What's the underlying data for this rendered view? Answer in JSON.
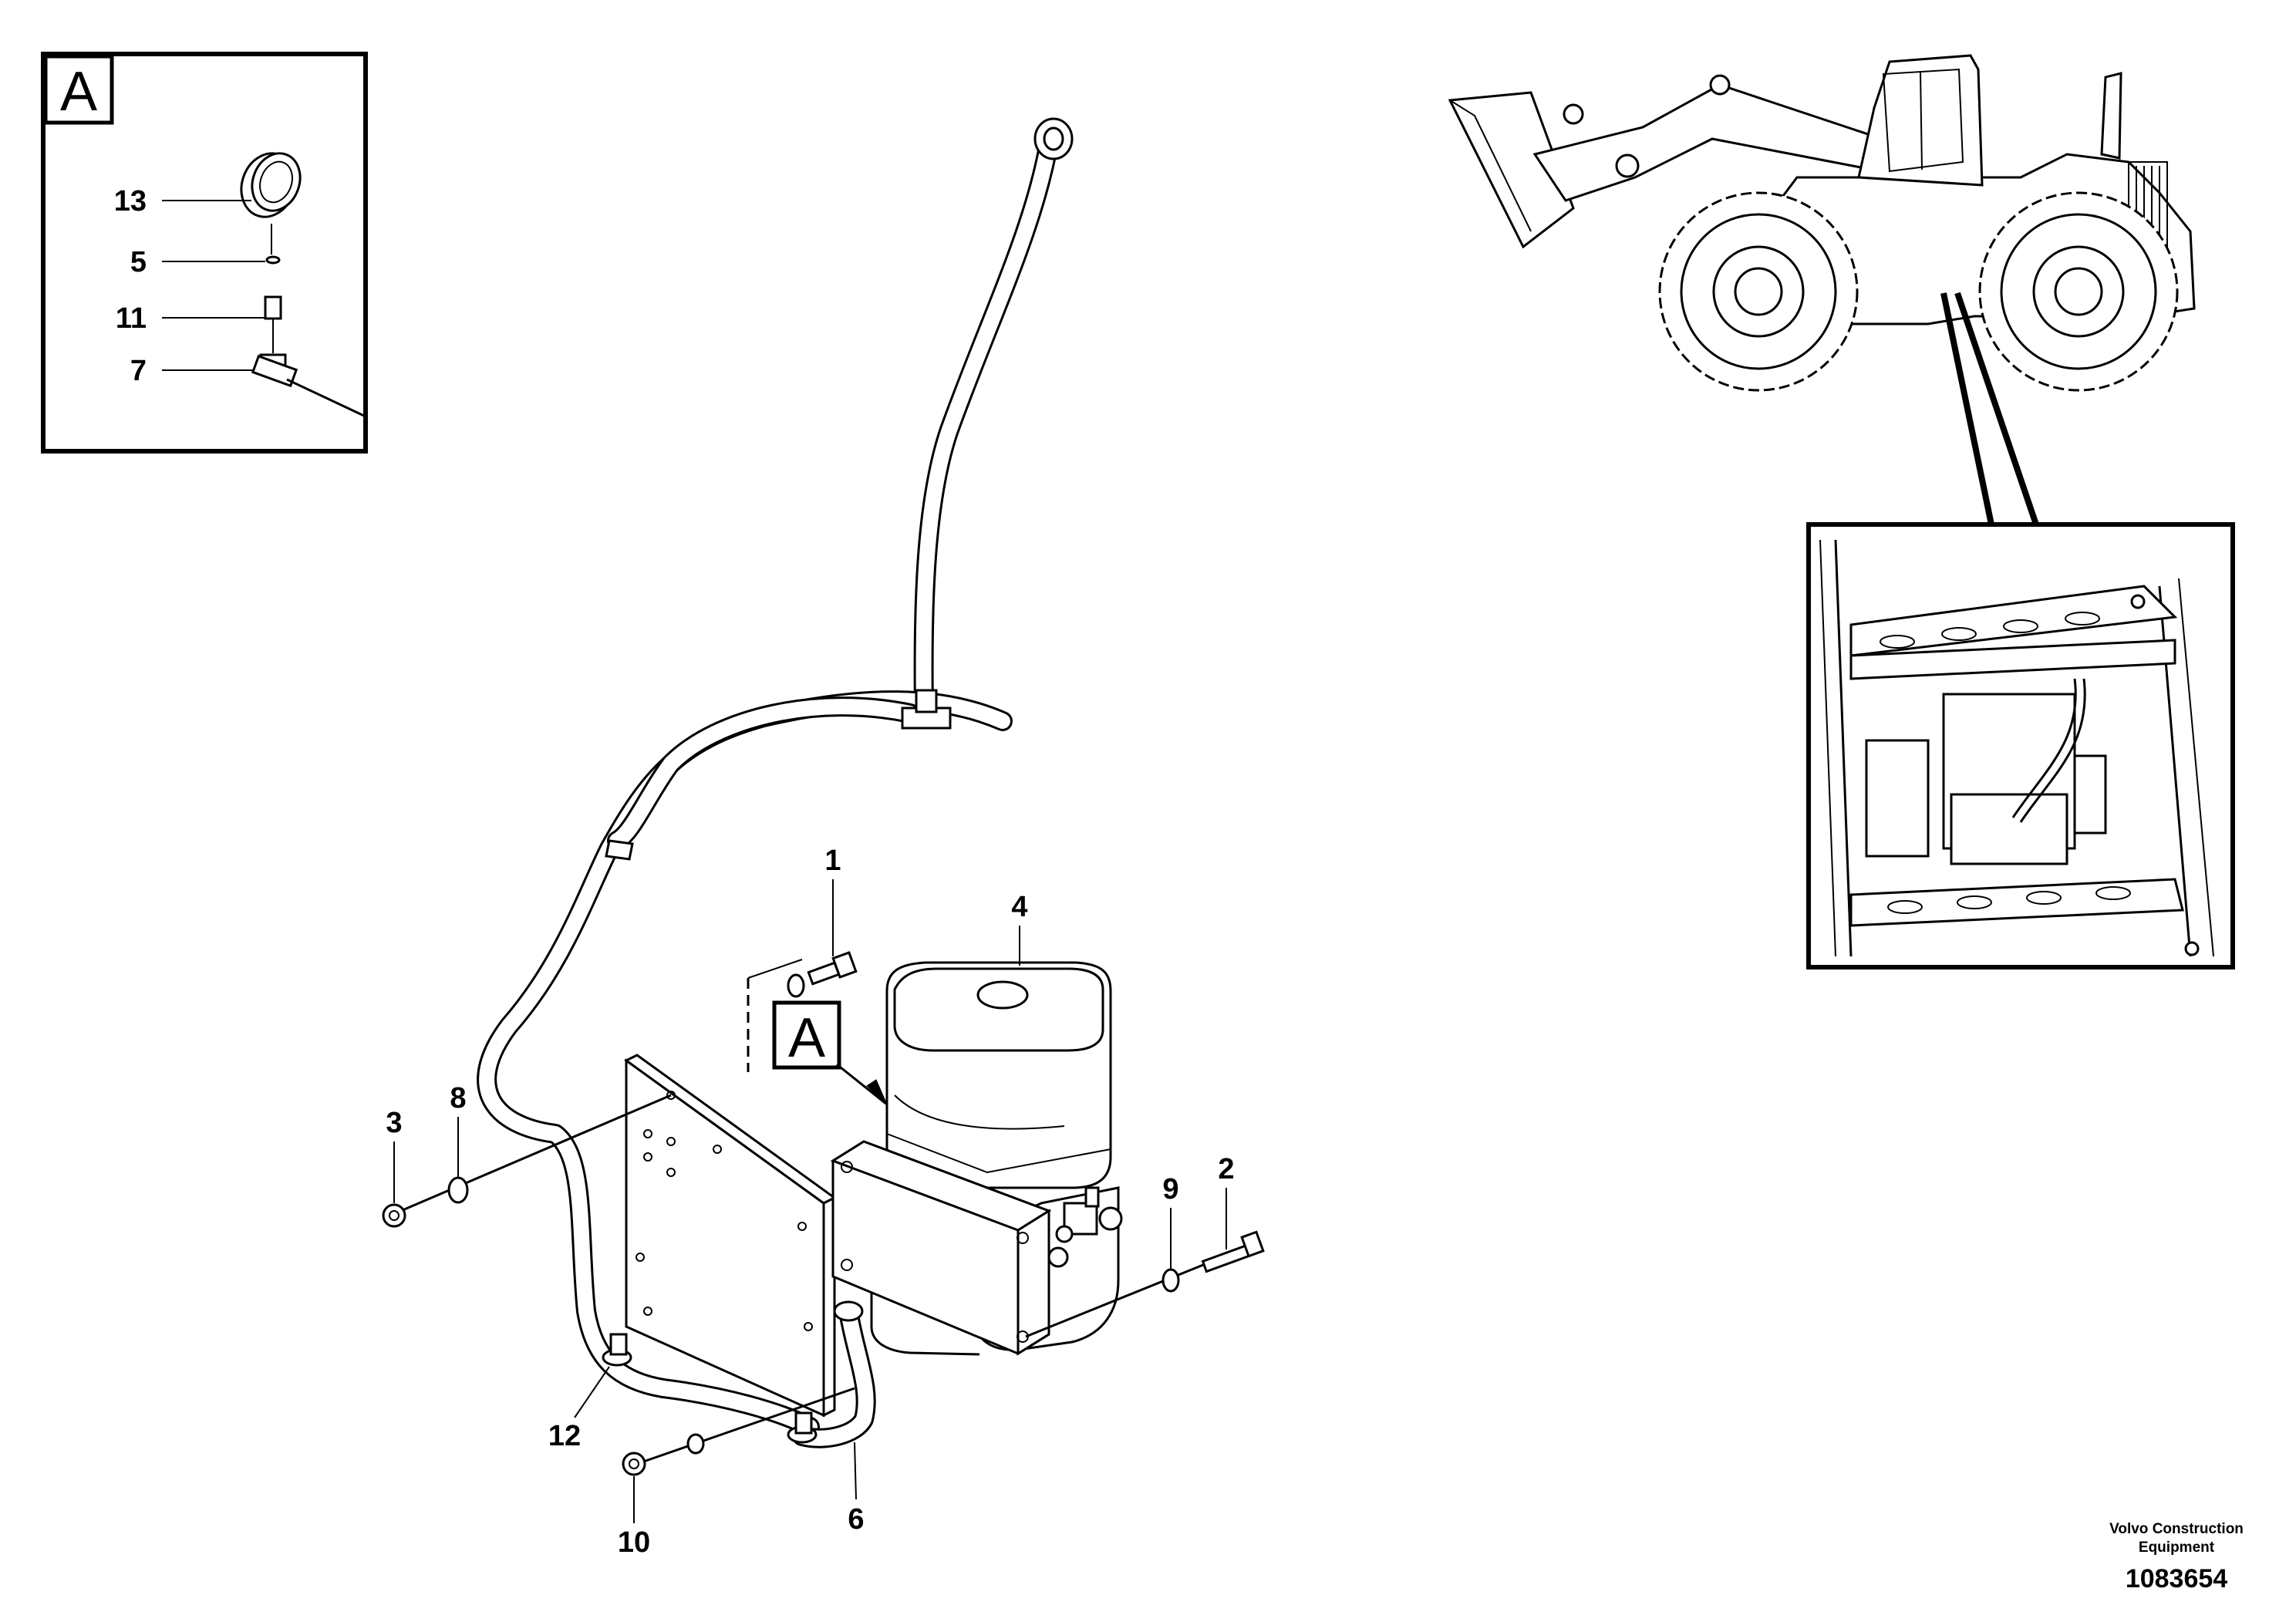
{
  "detail": {
    "letter": "A",
    "callouts": [
      "13",
      "5",
      "11",
      "7"
    ]
  },
  "main": {
    "section_marker": "A",
    "callouts": [
      "1",
      "4",
      "3",
      "8",
      "9",
      "2",
      "12",
      "6",
      "10"
    ]
  },
  "footer": {
    "company_line1": "Volvo Construction",
    "company_line2": "Equipment",
    "image_id": "1083654"
  }
}
